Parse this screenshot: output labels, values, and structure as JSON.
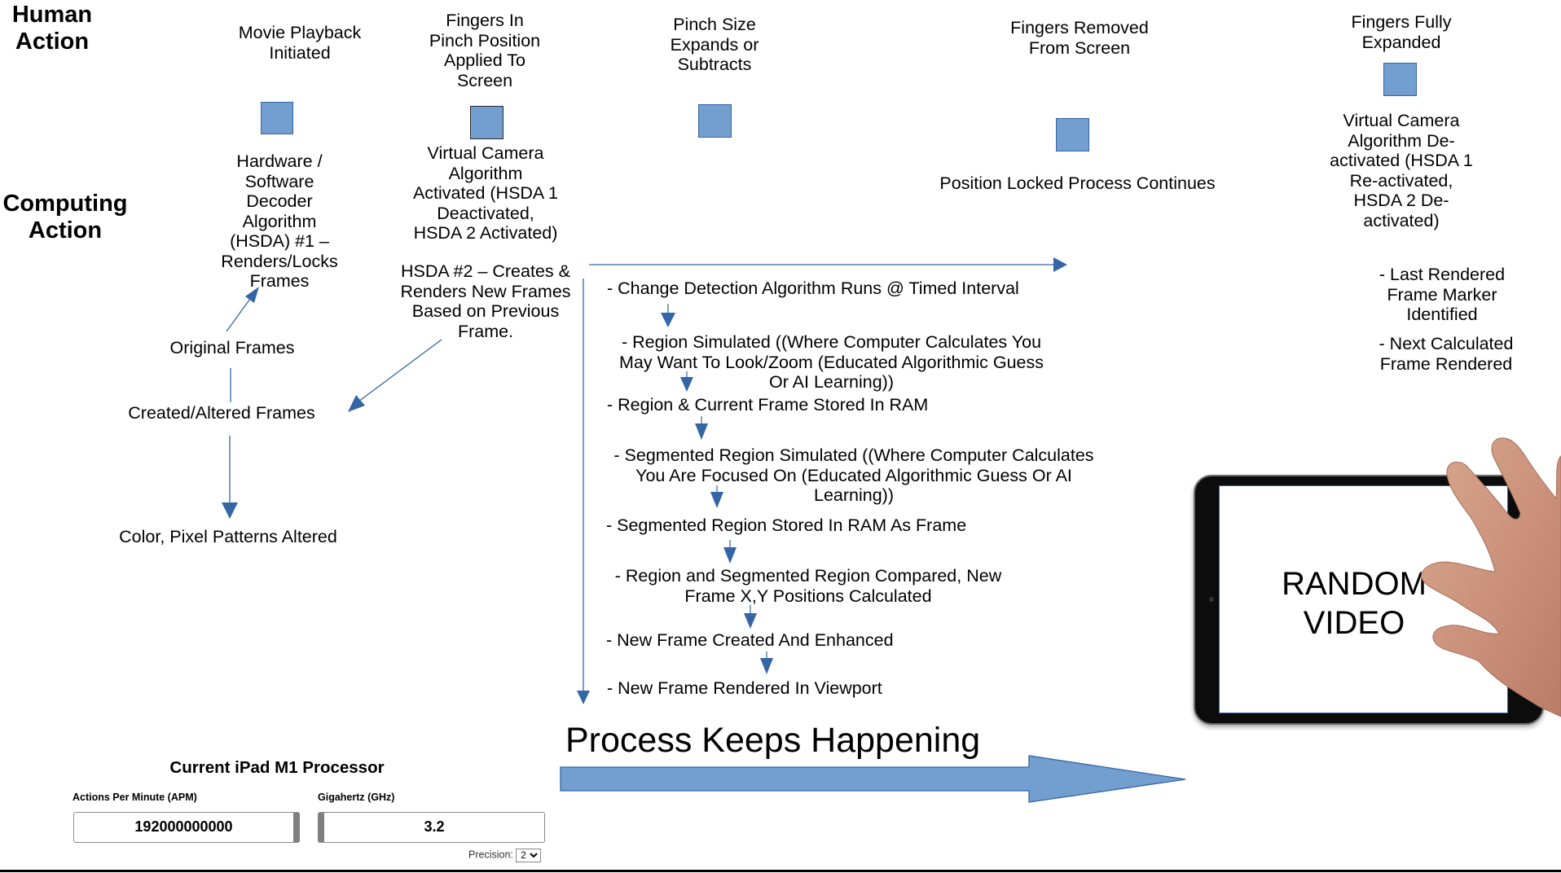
{
  "row_headings": {
    "human_action": "Human\nAction",
    "computing_action": "Computing\nAction"
  },
  "human_actions": [
    {
      "label": "Movie Playback\nInitiated"
    },
    {
      "label": "Fingers In\nPinch Position\nApplied To\nScreen"
    },
    {
      "label": "Pinch Size\nExpands or\nSubtracts"
    },
    {
      "label": "Fingers Removed\nFrom Screen"
    },
    {
      "label": "Fingers Fully\nExpanded"
    }
  ],
  "computing_actions": {
    "hsda1": "Hardware /\nSoftware\nDecoder\nAlgorithm\n(HSDA) #1 –\nRenders/Locks\nFrames",
    "virtual_camera_activated": "Virtual Camera\nAlgorithm\nActivated (HSDA 1\nDeactivated,\nHSDA 2 Activated)",
    "hsda2": "HSDA #2 – Creates &\nRenders New Frames\nBased on Previous\nFrame.",
    "position_locked": "Position Locked Process Continues",
    "virtual_camera_deactivated": "Virtual Camera\nAlgorithm De-\nactivated (HSDA 1\nRe-activated,\nHSDA 2 De-\nactivated)",
    "last_rendered": "- Last Rendered\nFrame Marker\nIdentified",
    "next_calculated": "- Next Calculated\nFrame Rendered"
  },
  "frames": {
    "original": "Original Frames",
    "created_altered": "Created/Altered Frames",
    "color_pixel": "Color, Pixel Patterns Altered"
  },
  "flow_steps": [
    "- Change Detection Algorithm Runs @ Timed Interval",
    "- Region Simulated ((Where Computer Calculates You\nMay Want To Look/Zoom (Educated Algorithmic Guess\nOr AI Learning))",
    "- Region & Current Frame Stored In RAM",
    "- Segmented Region Simulated ((Where Computer Calculates\nYou Are Focused On (Educated Algorithmic Guess Or AI\nLearning))",
    "- Segmented Region Stored In RAM As Frame",
    "- Region and Segmented Region Compared, New\nFrame X,Y Positions Calculated",
    "- New Frame Created And Enhanced",
    "- New Frame Rendered In Viewport"
  ],
  "process_label": "Process Keeps Happening",
  "device": {
    "screen_text": "RANDOM\nVIDEO"
  },
  "processor_form": {
    "title": "Current iPad M1 Processor",
    "apm_label": "Actions Per Minute (APM)",
    "apm_value": "192000000000",
    "ghz_label": "Gigahertz (GHz)",
    "ghz_value": "3.2",
    "precision_label": "Precision:",
    "precision_value": "2"
  },
  "colors": {
    "shape_fill": "#729fcf",
    "shape_stroke": "#3465a4"
  }
}
